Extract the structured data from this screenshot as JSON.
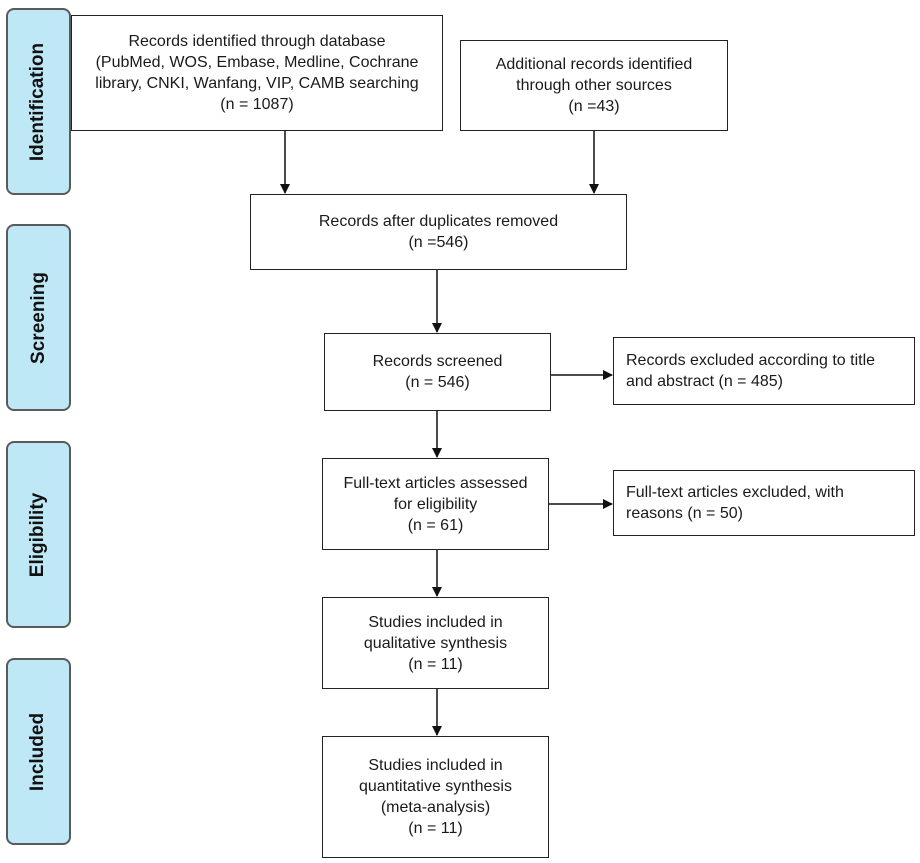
{
  "phases": {
    "identification": "Identification",
    "screening": "Screening",
    "eligibility": "Eligibility",
    "included": "Included"
  },
  "boxes": {
    "database": [
      "Records identified through database",
      "(PubMed, WOS, Embase, Medline, Cochrane",
      "library, CNKI, Wanfang, VIP, CAMB searching",
      "(n = 1087)"
    ],
    "other_sources": [
      "Additional records identified",
      "through other sources",
      "(n =43)"
    ],
    "duplicates_removed": [
      "Records after duplicates removed",
      "(n =546)"
    ],
    "screened": [
      "Records screened",
      "(n = 546)"
    ],
    "excluded_title_abstract": [
      "Records excluded according to title",
      "and abstract (n = 485)"
    ],
    "full_text_assessed": [
      "Full-text articles assessed",
      "for eligibility",
      "(n = 61)"
    ],
    "full_text_excluded": [
      "Full-text articles excluded, with",
      "reasons (n = 50)"
    ],
    "qualitative": [
      "Studies included in",
      "qualitative synthesis",
      "(n = 11)"
    ],
    "quantitative": [
      "Studies included in",
      "quantitative synthesis",
      "(meta-analysis)",
      "(n = 11)"
    ]
  }
}
